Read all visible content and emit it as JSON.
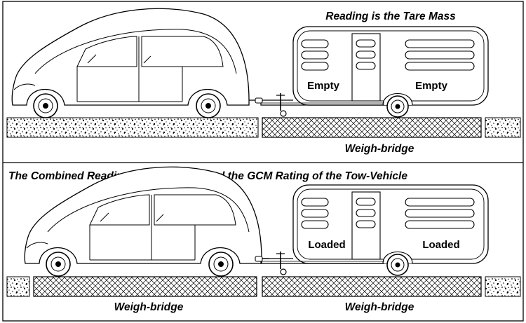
{
  "top_panel": {
    "title": "Reading is the Tare Mass",
    "caravan_left_label": "Empty",
    "caravan_right_label": "Empty",
    "bridge_label": "Weigh-bridge"
  },
  "bottom_panel": {
    "title": "The Combined Readings must not exceed the GCM Rating of the Tow-Vehicle",
    "caravan_left_label": "Loaded",
    "caravan_right_label": "Loaded",
    "bridge_left_label": "Weigh-bridge",
    "bridge_right_label": "Weigh-bridge"
  },
  "colors": {
    "line": "#000000",
    "background": "#ffffff"
  }
}
